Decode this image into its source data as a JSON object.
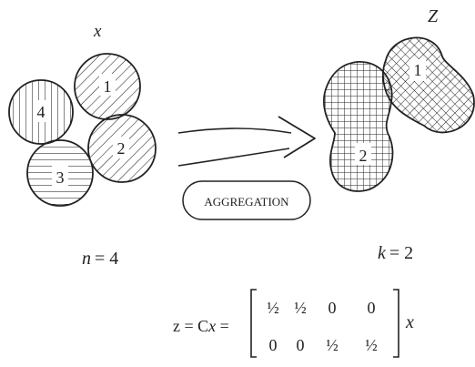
{
  "left_group": {
    "title": "x",
    "circles": [
      {
        "label": "1",
        "hatch": "diagonal"
      },
      {
        "label": "2",
        "hatch": "diagonal"
      },
      {
        "label": "3",
        "hatch": "horizontal"
      },
      {
        "label": "4",
        "hatch": "vertical"
      }
    ],
    "count_var": "n",
    "count_eq": "= 4"
  },
  "right_group": {
    "title": "Z",
    "blobs": [
      {
        "label": "1",
        "hatch": "cross-diagonal"
      },
      {
        "label": "2",
        "hatch": "grid"
      }
    ],
    "count_var": "k",
    "count_eq": "= 2"
  },
  "arrow": {
    "label": "AGGREGATION"
  },
  "equation": {
    "lhs": "z = C",
    "lhs_var": "x",
    "eq": " =",
    "matrix": [
      [
        "½",
        "½",
        "0",
        "0"
      ],
      [
        "0",
        "0",
        "½",
        "½"
      ]
    ],
    "rhs_var": "x"
  },
  "colors": {
    "ink": "#222222",
    "background": "#ffffff"
  }
}
